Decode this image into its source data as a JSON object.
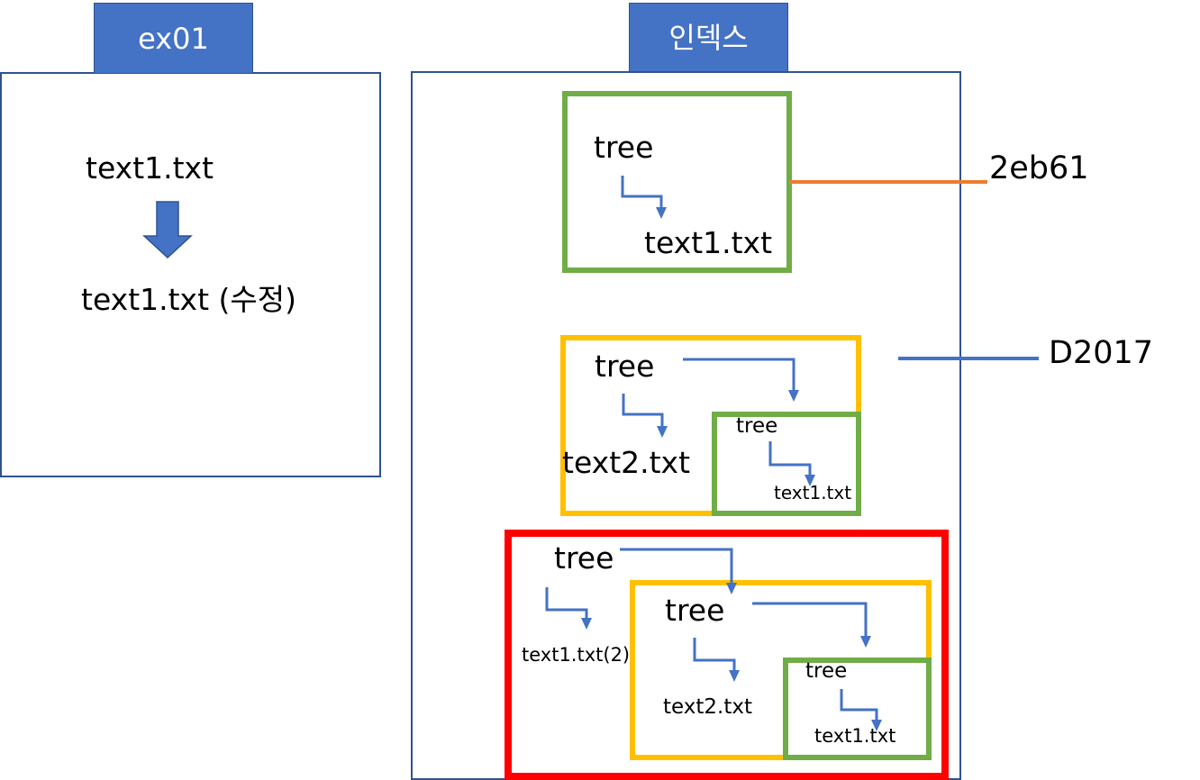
{
  "left_panel": {
    "tab_label": "ex01",
    "file_before": "text1.txt",
    "file_after": "text1.txt (수정)"
  },
  "index_panel": {
    "tab_label": "인덱스",
    "commit1": {
      "id_label": "2eb61",
      "tree": "tree",
      "file": "text1.txt"
    },
    "commit2": {
      "id_label": "D2017",
      "tree": "tree",
      "file": "text2.txt",
      "subtree": {
        "tree": "tree",
        "file": "text1.txt"
      }
    },
    "commit3": {
      "tree": "tree",
      "file": "text1.txt(2)",
      "subtree": {
        "tree": "tree",
        "file": "text2.txt",
        "subtree": {
          "tree": "tree",
          "file": "text1.txt"
        }
      }
    }
  },
  "colors": {
    "tab_fill": "#4472c4",
    "arrow": "#4472c4",
    "green_box": "#70ad47",
    "yellow_box": "#ffc000",
    "red_box": "#ff0000",
    "connector_orange": "#ed7d31",
    "connector_blue": "#4472c4"
  }
}
